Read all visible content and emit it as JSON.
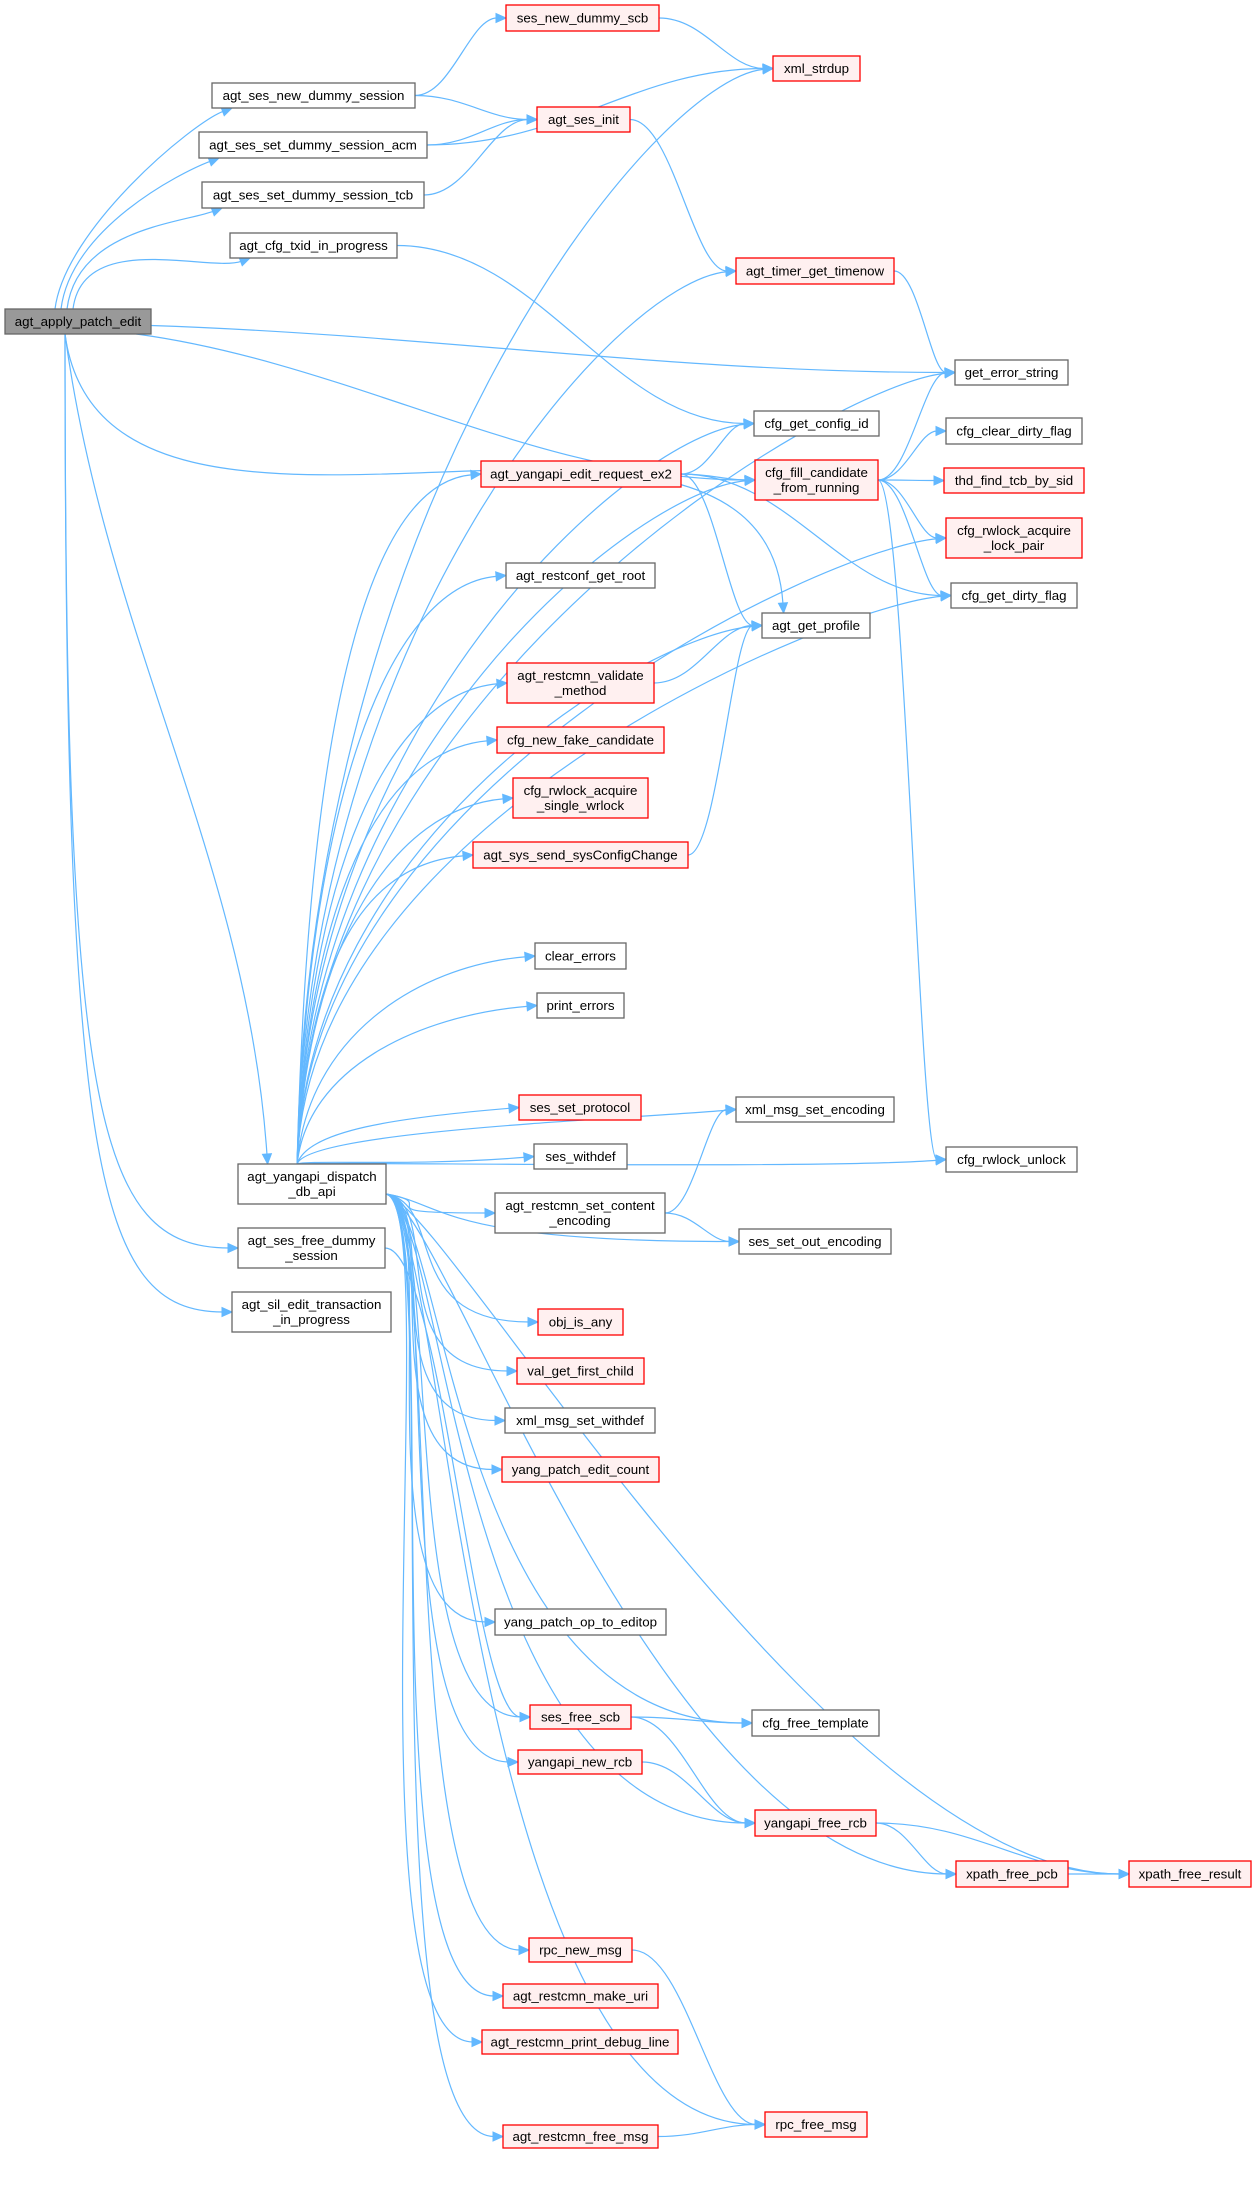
{
  "diagram": {
    "type": "call-graph",
    "root": "agt_apply_patch_edit",
    "colors": {
      "edge": "#63b8ff",
      "normal_border": "#666666",
      "normal_fill": "#ffffff",
      "root_fill": "#999999",
      "external_border": "#ff0000",
      "external_fill": "#fff0f0"
    },
    "nodes": [
      {
        "id": "agt_apply_patch_edit",
        "lines": [
          "agt_apply_patch_edit"
        ],
        "style": "root"
      },
      {
        "id": "agt_ses_new_dummy_session",
        "lines": [
          "agt_ses_new_dummy_session"
        ],
        "style": "normal"
      },
      {
        "id": "agt_ses_set_dummy_session_acm",
        "lines": [
          "agt_ses_set_dummy_session_acm"
        ],
        "style": "normal"
      },
      {
        "id": "agt_ses_set_dummy_session_tcb",
        "lines": [
          "agt_ses_set_dummy_session_tcb"
        ],
        "style": "normal"
      },
      {
        "id": "agt_cfg_txid_in_progress",
        "lines": [
          "agt_cfg_txid_in_progress"
        ],
        "style": "normal"
      },
      {
        "id": "agt_yangapi_dispatch_db_api",
        "lines": [
          "agt_yangapi_dispatch",
          "_db_api"
        ],
        "style": "normal"
      },
      {
        "id": "agt_ses_free_dummy_session",
        "lines": [
          "agt_ses_free_dummy",
          "_session"
        ],
        "style": "normal"
      },
      {
        "id": "agt_sil_edit_transaction_in_progress",
        "lines": [
          "agt_sil_edit_transaction",
          "_in_progress"
        ],
        "style": "normal"
      },
      {
        "id": "ses_new_dummy_scb",
        "lines": [
          "ses_new_dummy_scb"
        ],
        "style": "ext"
      },
      {
        "id": "agt_ses_init",
        "lines": [
          "agt_ses_init"
        ],
        "style": "ext"
      },
      {
        "id": "xml_strdup",
        "lines": [
          "xml_strdup"
        ],
        "style": "ext"
      },
      {
        "id": "agt_timer_get_timenow",
        "lines": [
          "agt_timer_get_timenow"
        ],
        "style": "ext"
      },
      {
        "id": "get_error_string",
        "lines": [
          "get_error_string"
        ],
        "style": "normal"
      },
      {
        "id": "cfg_get_config_id",
        "lines": [
          "cfg_get_config_id"
        ],
        "style": "normal"
      },
      {
        "id": "agt_yangapi_edit_request_ex2",
        "lines": [
          "agt_yangapi_edit_request_ex2"
        ],
        "style": "ext"
      },
      {
        "id": "cfg_fill_candidate_from_running",
        "lines": [
          "cfg_fill_candidate",
          "_from_running"
        ],
        "style": "ext"
      },
      {
        "id": "cfg_clear_dirty_flag",
        "lines": [
          "cfg_clear_dirty_flag"
        ],
        "style": "normal"
      },
      {
        "id": "thd_find_tcb_by_sid",
        "lines": [
          "thd_find_tcb_by_sid"
        ],
        "style": "ext"
      },
      {
        "id": "cfg_rwlock_acquire_lock_pair",
        "lines": [
          "cfg_rwlock_acquire",
          "_lock_pair"
        ],
        "style": "ext"
      },
      {
        "id": "cfg_get_dirty_flag",
        "lines": [
          "cfg_get_dirty_flag"
        ],
        "style": "normal"
      },
      {
        "id": "agt_restconf_get_root",
        "lines": [
          "agt_restconf_get_root"
        ],
        "style": "normal"
      },
      {
        "id": "agt_get_profile",
        "lines": [
          "agt_get_profile"
        ],
        "style": "normal"
      },
      {
        "id": "agt_restcmn_validate_method",
        "lines": [
          "agt_restcmn_validate",
          "_method"
        ],
        "style": "ext"
      },
      {
        "id": "cfg_new_fake_candidate",
        "lines": [
          "cfg_new_fake_candidate"
        ],
        "style": "ext"
      },
      {
        "id": "cfg_rwlock_acquire_single_wrlock",
        "lines": [
          "cfg_rwlock_acquire",
          "_single_wrlock"
        ],
        "style": "ext"
      },
      {
        "id": "agt_sys_send_sysConfigChange",
        "lines": [
          "agt_sys_send_sysConfigChange"
        ],
        "style": "ext"
      },
      {
        "id": "clear_errors",
        "lines": [
          "clear_errors"
        ],
        "style": "normal"
      },
      {
        "id": "print_errors",
        "lines": [
          "print_errors"
        ],
        "style": "normal"
      },
      {
        "id": "ses_set_protocol",
        "lines": [
          "ses_set_protocol"
        ],
        "style": "ext"
      },
      {
        "id": "xml_msg_set_encoding",
        "lines": [
          "xml_msg_set_encoding"
        ],
        "style": "normal"
      },
      {
        "id": "ses_withdef",
        "lines": [
          "ses_withdef"
        ],
        "style": "normal"
      },
      {
        "id": "cfg_rwlock_unlock",
        "lines": [
          "cfg_rwlock_unlock"
        ],
        "style": "normal"
      },
      {
        "id": "agt_restcmn_set_content_encoding",
        "lines": [
          "agt_restcmn_set_content",
          "_encoding"
        ],
        "style": "normal"
      },
      {
        "id": "ses_set_out_encoding",
        "lines": [
          "ses_set_out_encoding"
        ],
        "style": "normal"
      },
      {
        "id": "obj_is_any",
        "lines": [
          "obj_is_any"
        ],
        "style": "ext"
      },
      {
        "id": "val_get_first_child",
        "lines": [
          "val_get_first_child"
        ],
        "style": "ext"
      },
      {
        "id": "xml_msg_set_withdef",
        "lines": [
          "xml_msg_set_withdef"
        ],
        "style": "normal"
      },
      {
        "id": "yang_patch_edit_count",
        "lines": [
          "yang_patch_edit_count"
        ],
        "style": "ext"
      },
      {
        "id": "yang_patch_op_to_editop",
        "lines": [
          "yang_patch_op_to_editop"
        ],
        "style": "normal"
      },
      {
        "id": "ses_free_scb",
        "lines": [
          "ses_free_scb"
        ],
        "style": "ext"
      },
      {
        "id": "cfg_free_template",
        "lines": [
          "cfg_free_template"
        ],
        "style": "normal"
      },
      {
        "id": "yangapi_new_rcb",
        "lines": [
          "yangapi_new_rcb"
        ],
        "style": "ext"
      },
      {
        "id": "yangapi_free_rcb",
        "lines": [
          "yangapi_free_rcb"
        ],
        "style": "ext"
      },
      {
        "id": "xpath_free_pcb",
        "lines": [
          "xpath_free_pcb"
        ],
        "style": "ext"
      },
      {
        "id": "xpath_free_result",
        "lines": [
          "xpath_free_result"
        ],
        "style": "ext"
      },
      {
        "id": "rpc_new_msg",
        "lines": [
          "rpc_new_msg"
        ],
        "style": "ext"
      },
      {
        "id": "agt_restcmn_make_uri",
        "lines": [
          "agt_restcmn_make_uri"
        ],
        "style": "ext"
      },
      {
        "id": "agt_restcmn_print_debug_line",
        "lines": [
          "agt_restcmn_print_debug_line"
        ],
        "style": "ext"
      },
      {
        "id": "rpc_free_msg",
        "lines": [
          "rpc_free_msg"
        ],
        "style": "ext"
      },
      {
        "id": "agt_restcmn_free_msg",
        "lines": [
          "agt_restcmn_free_msg"
        ],
        "style": "ext"
      }
    ],
    "edges": [
      [
        "agt_apply_patch_edit",
        "agt_ses_new_dummy_session"
      ],
      [
        "agt_apply_patch_edit",
        "agt_ses_set_dummy_session_acm"
      ],
      [
        "agt_apply_patch_edit",
        "agt_ses_set_dummy_session_tcb"
      ],
      [
        "agt_apply_patch_edit",
        "agt_cfg_txid_in_progress"
      ],
      [
        "agt_apply_patch_edit",
        "get_error_string"
      ],
      [
        "agt_apply_patch_edit",
        "cfg_fill_candidate_from_running"
      ],
      [
        "agt_apply_patch_edit",
        "agt_get_profile"
      ],
      [
        "agt_apply_patch_edit",
        "agt_yangapi_dispatch_db_api"
      ],
      [
        "agt_apply_patch_edit",
        "agt_ses_free_dummy_session"
      ],
      [
        "agt_apply_patch_edit",
        "agt_sil_edit_transaction_in_progress"
      ],
      [
        "agt_ses_new_dummy_session",
        "ses_new_dummy_scb"
      ],
      [
        "agt_ses_new_dummy_session",
        "agt_ses_init"
      ],
      [
        "agt_ses_set_dummy_session_acm",
        "agt_ses_init"
      ],
      [
        "agt_ses_set_dummy_session_acm",
        "xml_strdup"
      ],
      [
        "agt_ses_set_dummy_session_tcb",
        "agt_ses_init"
      ],
      [
        "agt_cfg_txid_in_progress",
        "cfg_get_config_id"
      ],
      [
        "ses_new_dummy_scb",
        "xml_strdup"
      ],
      [
        "agt_ses_init",
        "agt_timer_get_timenow"
      ],
      [
        "agt_timer_get_timenow",
        "get_error_string"
      ],
      [
        "cfg_fill_candidate_from_running",
        "get_error_string"
      ],
      [
        "cfg_fill_candidate_from_running",
        "cfg_clear_dirty_flag"
      ],
      [
        "cfg_fill_candidate_from_running",
        "thd_find_tcb_by_sid"
      ],
      [
        "cfg_fill_candidate_from_running",
        "cfg_rwlock_acquire_lock_pair"
      ],
      [
        "cfg_fill_candidate_from_running",
        "cfg_get_dirty_flag"
      ],
      [
        "cfg_fill_candidate_from_running",
        "cfg_rwlock_unlock"
      ],
      [
        "agt_yangapi_edit_request_ex2",
        "cfg_get_config_id"
      ],
      [
        "agt_yangapi_edit_request_ex2",
        "cfg_fill_candidate_from_running"
      ],
      [
        "agt_yangapi_edit_request_ex2",
        "cfg_get_dirty_flag"
      ],
      [
        "agt_yangapi_edit_request_ex2",
        "agt_get_profile"
      ],
      [
        "agt_restcmn_validate_method",
        "agt_get_profile"
      ],
      [
        "agt_sys_send_sysConfigChange",
        "agt_get_profile"
      ],
      [
        "agt_restcmn_set_content_encoding",
        "xml_msg_set_encoding"
      ],
      [
        "agt_restcmn_set_content_encoding",
        "ses_set_out_encoding"
      ],
      [
        "agt_ses_free_dummy_session",
        "ses_free_scb"
      ],
      [
        "ses_free_scb",
        "cfg_free_template"
      ],
      [
        "ses_free_scb",
        "yangapi_free_rcb"
      ],
      [
        "yangapi_new_rcb",
        "yangapi_free_rcb"
      ],
      [
        "yangapi_free_rcb",
        "xpath_free_pcb"
      ],
      [
        "yangapi_free_rcb",
        "xpath_free_result"
      ],
      [
        "xpath_free_pcb",
        "xpath_free_result"
      ],
      [
        "rpc_new_msg",
        "rpc_free_msg"
      ],
      [
        "agt_restcmn_free_msg",
        "rpc_free_msg"
      ],
      [
        "agt_yangapi_dispatch_db_api",
        "xml_strdup"
      ],
      [
        "agt_yangapi_dispatch_db_api",
        "agt_timer_get_timenow"
      ],
      [
        "agt_yangapi_dispatch_db_api",
        "get_error_string"
      ],
      [
        "agt_yangapi_dispatch_db_api",
        "cfg_get_config_id"
      ],
      [
        "agt_yangapi_dispatch_db_api",
        "agt_yangapi_edit_request_ex2"
      ],
      [
        "agt_yangapi_dispatch_db_api",
        "cfg_fill_candidate_from_running"
      ],
      [
        "agt_yangapi_dispatch_db_api",
        "agt_restconf_get_root"
      ],
      [
        "agt_yangapi_dispatch_db_api",
        "agt_get_profile"
      ],
      [
        "agt_yangapi_dispatch_db_api",
        "agt_restcmn_validate_method"
      ],
      [
        "agt_yangapi_dispatch_db_api",
        "cfg_new_fake_candidate"
      ],
      [
        "agt_yangapi_dispatch_db_api",
        "cfg_rwlock_acquire_single_wrlock"
      ],
      [
        "agt_yangapi_dispatch_db_api",
        "agt_sys_send_sysConfigChange"
      ],
      [
        "agt_yangapi_dispatch_db_api",
        "cfg_rwlock_acquire_lock_pair"
      ],
      [
        "agt_yangapi_dispatch_db_api",
        "clear_errors"
      ],
      [
        "agt_yangapi_dispatch_db_api",
        "print_errors"
      ],
      [
        "agt_yangapi_dispatch_db_api",
        "xml_msg_set_encoding"
      ],
      [
        "agt_yangapi_dispatch_db_api",
        "ses_set_protocol"
      ],
      [
        "agt_yangapi_dispatch_db_api",
        "ses_withdef"
      ],
      [
        "agt_yangapi_dispatch_db_api",
        "agt_restcmn_set_content_encoding"
      ],
      [
        "agt_yangapi_dispatch_db_api",
        "ses_set_out_encoding"
      ],
      [
        "agt_yangapi_dispatch_db_api",
        "obj_is_any"
      ],
      [
        "agt_yangapi_dispatch_db_api",
        "val_get_first_child"
      ],
      [
        "agt_yangapi_dispatch_db_api",
        "xml_msg_set_withdef"
      ],
      [
        "agt_yangapi_dispatch_db_api",
        "yang_patch_edit_count"
      ],
      [
        "agt_yangapi_dispatch_db_api",
        "cfg_get_dirty_flag"
      ],
      [
        "agt_yangapi_dispatch_db_api",
        "yang_patch_op_to_editop"
      ],
      [
        "agt_yangapi_dispatch_db_api",
        "cfg_rwlock_unlock"
      ],
      [
        "agt_yangapi_dispatch_db_api",
        "cfg_free_template"
      ],
      [
        "agt_yangapi_dispatch_db_api",
        "ses_free_scb"
      ],
      [
        "agt_yangapi_dispatch_db_api",
        "yangapi_new_rcb"
      ],
      [
        "agt_yangapi_dispatch_db_api",
        "yangapi_free_rcb"
      ],
      [
        "agt_yangapi_dispatch_db_api",
        "xpath_free_pcb"
      ],
      [
        "agt_yangapi_dispatch_db_api",
        "xpath_free_result"
      ],
      [
        "agt_yangapi_dispatch_db_api",
        "rpc_new_msg"
      ],
      [
        "agt_yangapi_dispatch_db_api",
        "agt_restcmn_make_uri"
      ],
      [
        "agt_yangapi_dispatch_db_api",
        "agt_restcmn_print_debug_line"
      ],
      [
        "agt_yangapi_dispatch_db_api",
        "rpc_free_msg"
      ],
      [
        "agt_yangapi_dispatch_db_api",
        "agt_restcmn_free_msg"
      ]
    ]
  }
}
